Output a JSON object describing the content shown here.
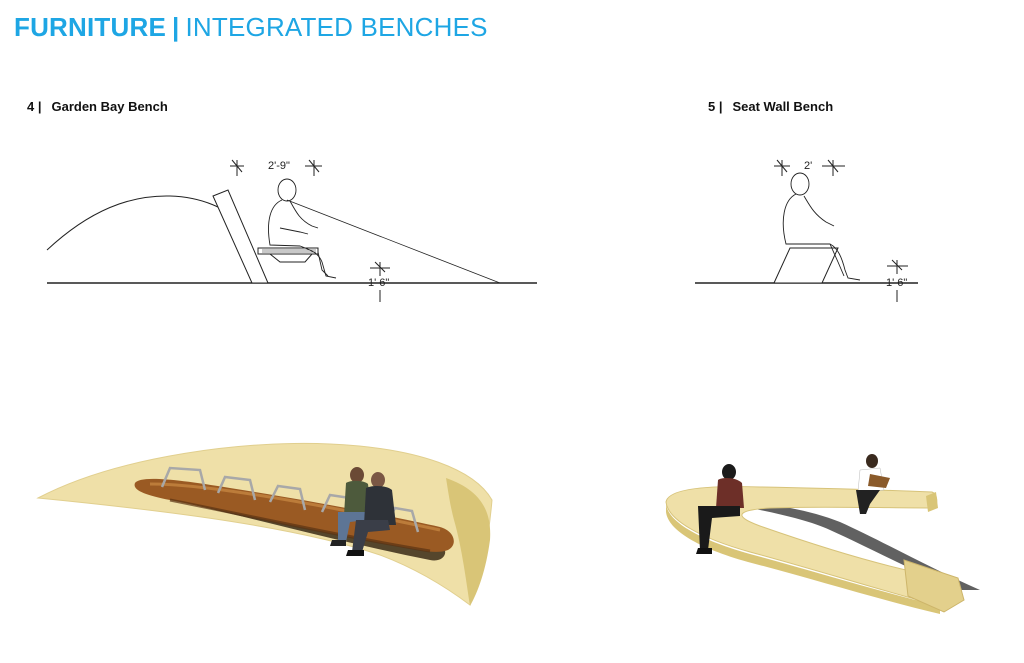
{
  "header": {
    "title_strong": "FURNITURE",
    "separator": "|",
    "title_light": "INTEGRATED BENCHES"
  },
  "benches": [
    {
      "number": "4 |",
      "name": "Garden Bay Bench",
      "dim_width": "2'-9\"",
      "dim_height": "1' 6\""
    },
    {
      "number": "5 |",
      "name": "Seat Wall Bench",
      "dim_width": "2'",
      "dim_height": "1' 6\""
    }
  ],
  "colors": {
    "accent": "#1ea6e4",
    "sand": "#efe0a8",
    "sand_dark": "#d9c577",
    "wood": "#9a5a23",
    "wood_dark": "#5a3212",
    "shadow": "#3a2a16"
  }
}
